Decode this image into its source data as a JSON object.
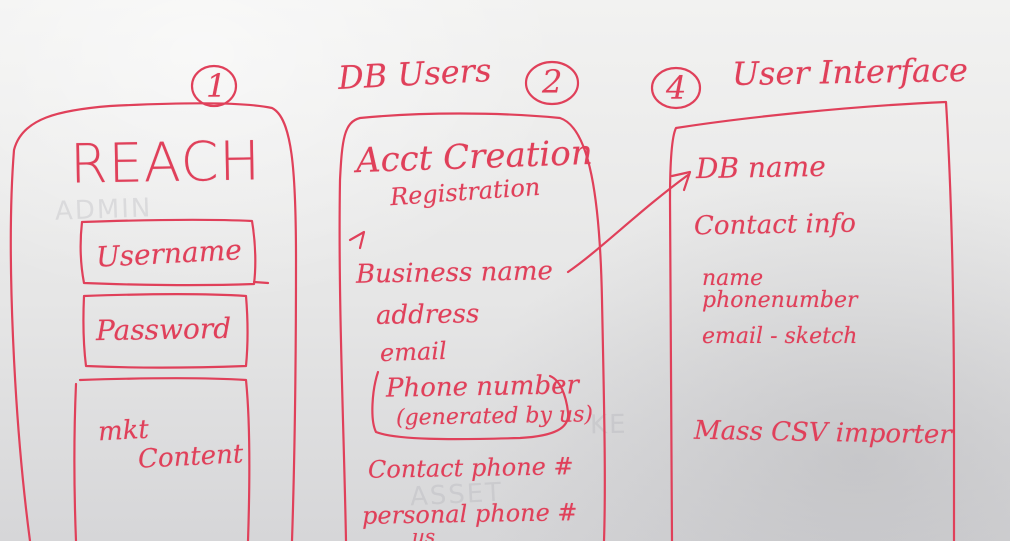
{
  "whiteboard": {
    "column_1": {
      "number": "1",
      "title": "REACH",
      "username_field": "Username",
      "password_field": "Password",
      "mkt_content": [
        "mkt",
        "Content"
      ]
    },
    "column_2": {
      "number": "2",
      "heading": "DB Users",
      "items": {
        "acct_creation": "Acct Creation",
        "registration": "Registration",
        "business_name": "Business name",
        "address": "address",
        "email": "email",
        "phone_number": "Phone number",
        "generated": "(generated by us)",
        "contact_phone": "Contact phone #",
        "personal_phone": "personal phone #",
        "us": "us"
      }
    },
    "column_4": {
      "number": "4",
      "heading": "User Interface",
      "items": {
        "db_name": "DB name",
        "contact_info": "Contact info",
        "name": "name",
        "phone_number": "phonenumber",
        "email_sketch": "email - sketch",
        "mass_csv": "Mass CSV importer"
      }
    },
    "ink_color": "#e0405a",
    "ghost_text": [
      "ADMIN",
      "ASSET",
      "KE"
    ]
  }
}
